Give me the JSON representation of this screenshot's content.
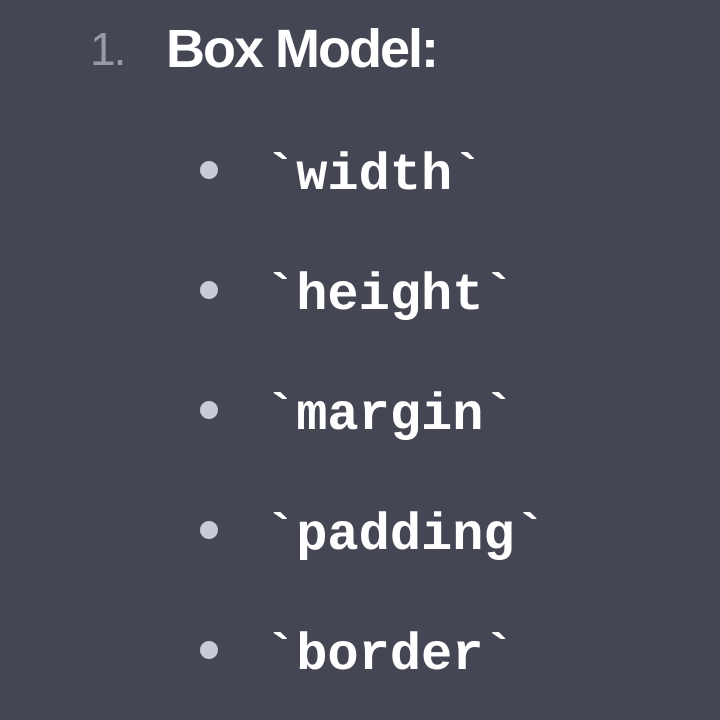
{
  "heading": {
    "number": "1.",
    "title": "Box Model:"
  },
  "items": [
    {
      "label": "`width`"
    },
    {
      "label": "`height`"
    },
    {
      "label": "`margin`"
    },
    {
      "label": "`padding`"
    },
    {
      "label": "`border`"
    }
  ],
  "colors": {
    "background": "#444654",
    "text": "#ffffff",
    "number": "#9a9aa6",
    "bullet": "#c9cad8"
  }
}
